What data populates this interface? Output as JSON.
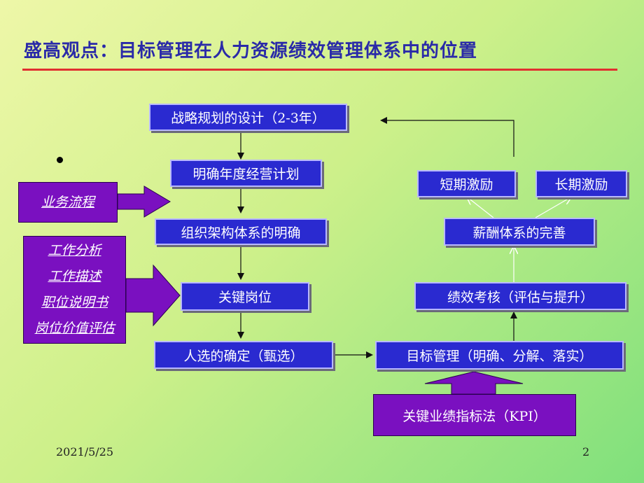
{
  "title": "盛高观点：目标管理在人力资源绩效管理体系中的位置",
  "colors": {
    "box_fill": "#2a2ad0",
    "purple_fill": "#7a10c0",
    "title_color": "#2a2aa8",
    "rule_color": "#e03030"
  },
  "left_flow": {
    "strategy": "战略规划的设计（2-3年）",
    "annual_plan": "明确年度经营计划",
    "org_structure": "组织架构体系的明确",
    "key_positions": "关键岗位",
    "selection": "人选的确定（甄选）"
  },
  "right_flow": {
    "short_incentive": "短期激励",
    "long_incentive": "长期激励",
    "compensation": "薪酬体系的完善",
    "appraisal": "绩效考核（评估与提升）",
    "mbo": "目标管理（明确、分解、落实）"
  },
  "inputs": {
    "business_process": "业务流程",
    "job_items": [
      "工作分析",
      "工作描述",
      "职位说明书",
      "岗位价值评估"
    ],
    "kpi": "关键业绩指标法（KPI）"
  },
  "footer": {
    "date": "2021/5/25",
    "page": "2"
  }
}
